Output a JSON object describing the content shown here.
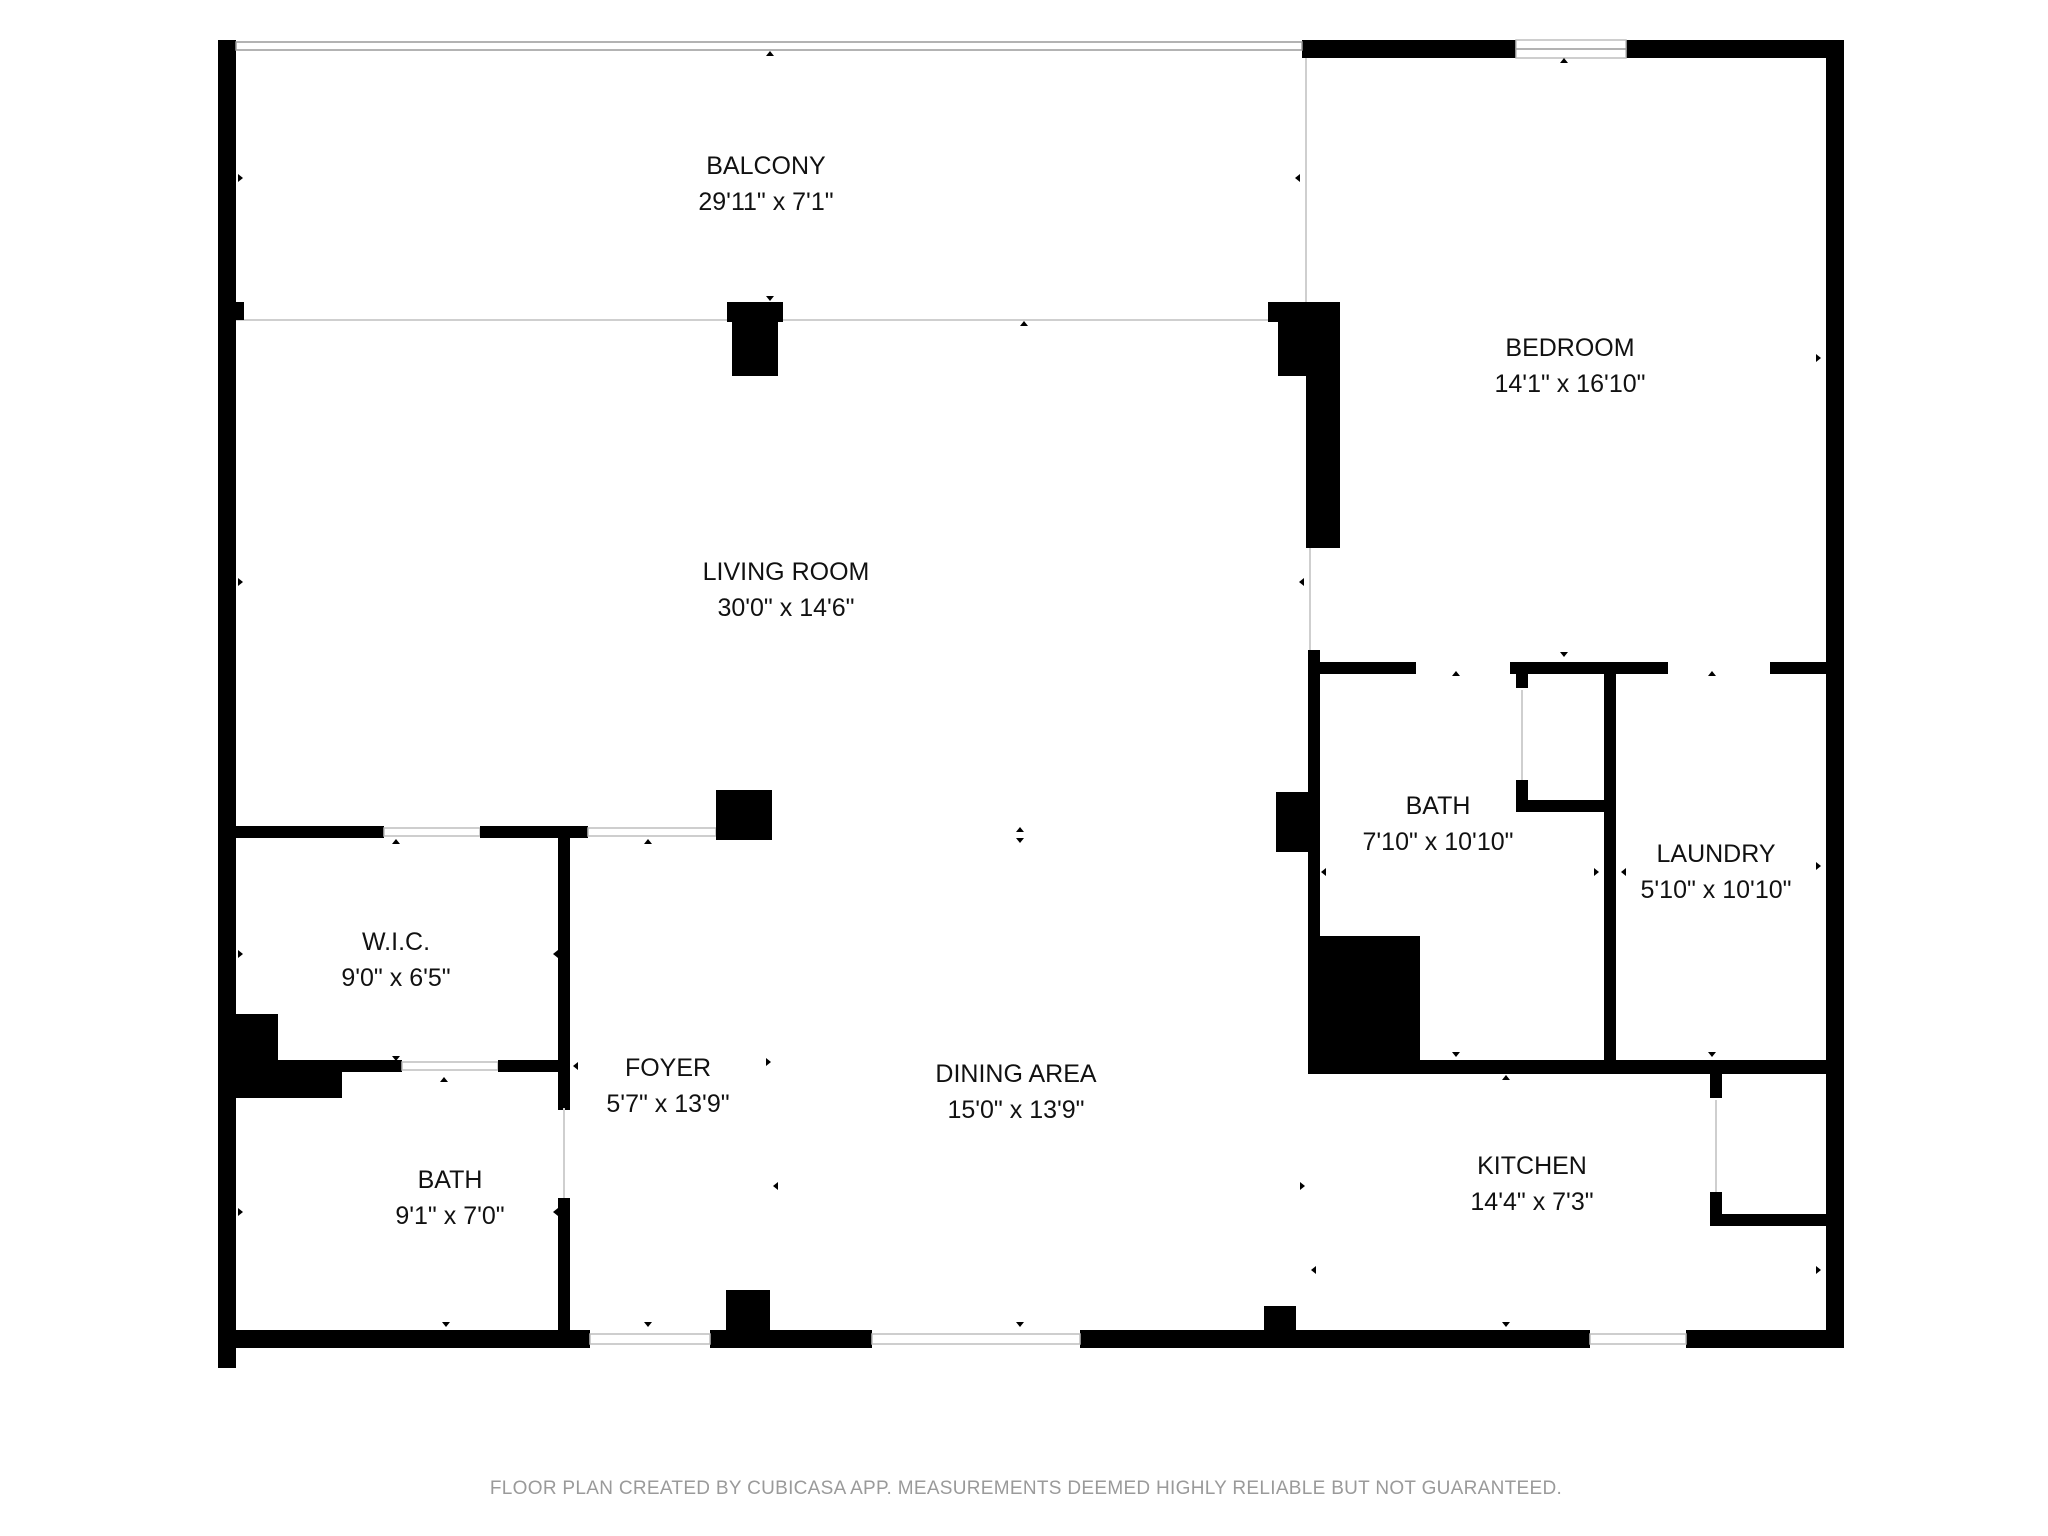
{
  "rooms": {
    "balcony": {
      "name": "BALCONY",
      "dims": "29'11\" x 7'1\""
    },
    "bedroom": {
      "name": "BEDROOM",
      "dims": "14'1\" x 16'10\""
    },
    "living_room": {
      "name": "LIVING ROOM",
      "dims": "30'0\" x 14'6\""
    },
    "bath_master": {
      "name": "BATH",
      "dims": "7'10\" x 10'10\""
    },
    "laundry": {
      "name": "LAUNDRY",
      "dims": "5'10\" x 10'10\""
    },
    "wic": {
      "name": "W.I.C.",
      "dims": "9'0\" x 6'5\""
    },
    "foyer": {
      "name": "FOYER",
      "dims": "5'7\" x 13'9\""
    },
    "dining_area": {
      "name": "DINING AREA",
      "dims": "15'0\" x 13'9\""
    },
    "bath_guest": {
      "name": "BATH",
      "dims": "9'1\" x 7'0\""
    },
    "kitchen": {
      "name": "KITCHEN",
      "dims": "14'4\" x 7'3\""
    }
  },
  "footer": {
    "disclaimer": "FLOOR PLAN CREATED BY CUBICASA APP. MEASUREMENTS DEEMED HIGHLY RELIABLE BUT NOT GUARANTEED."
  },
  "colors": {
    "wall": "#000000",
    "background": "#ffffff",
    "disclaimer_text": "#9a9a9a"
  }
}
